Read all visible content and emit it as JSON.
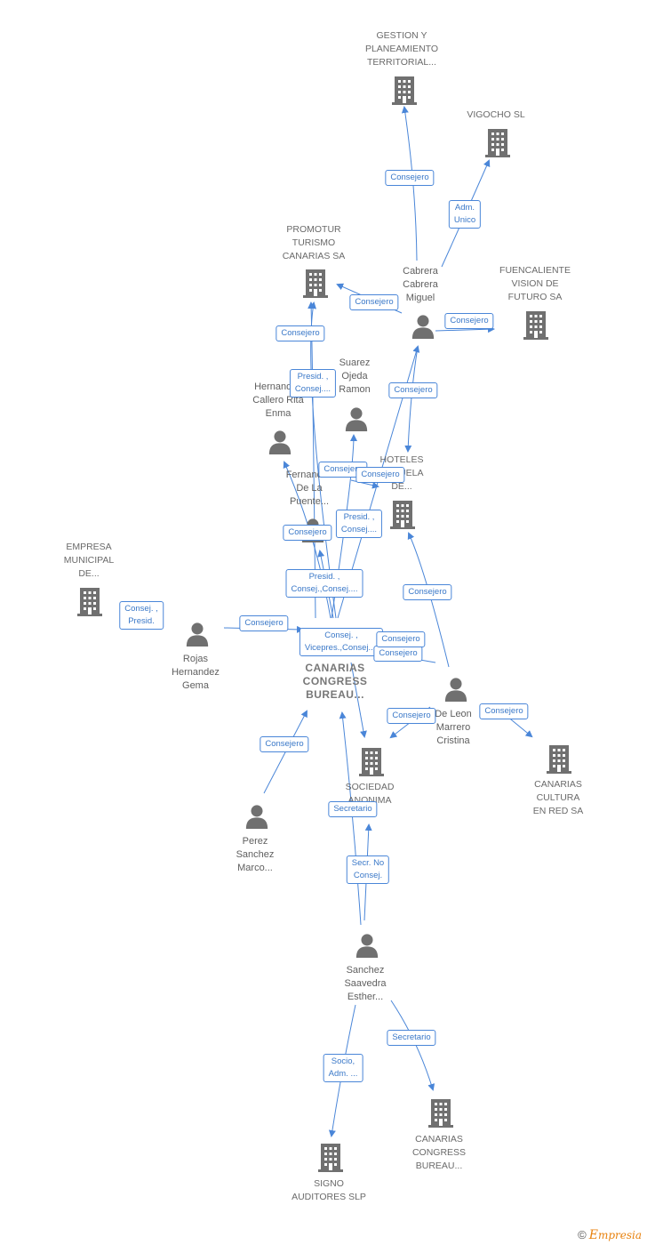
{
  "companies": [
    {
      "id": "gestion",
      "label": "GESTION Y\nPLANEAMIENTO\nTERRITORIAL..."
    },
    {
      "id": "vigocho",
      "label": "VIGOCHO SL"
    },
    {
      "id": "promotur",
      "label": "PROMOTUR\nTURISMO\nCANARIAS SA"
    },
    {
      "id": "fuencaliente",
      "label": "FUENCALIENTE\nVISION DE\nFUTURO SA"
    },
    {
      "id": "hoteles",
      "label": "HOTELES\nESCUELA\nDE..."
    },
    {
      "id": "empresa",
      "label": "EMPRESA\nMUNICIPAL\nDE..."
    },
    {
      "id": "main",
      "label": "CANARIAS\nCONGRESS\nBUREAU..."
    },
    {
      "id": "sociedad",
      "label": "SOCIEDAD\nANONIMA"
    },
    {
      "id": "cultura",
      "label": "CANARIAS\nCULTURA\nEN RED SA"
    },
    {
      "id": "bureau2",
      "label": "CANARIAS\nCONGRESS\nBUREAU..."
    },
    {
      "id": "signo",
      "label": "SIGNO\nAUDITORES SLP"
    }
  ],
  "persons": [
    {
      "id": "cabrera",
      "label": "Cabrera\nCabrera\nMiguel"
    },
    {
      "id": "suarez",
      "label": "Suarez\nOjeda\nRamon"
    },
    {
      "id": "hernandez",
      "label": "Hernandez\nCallero Rita\nEnma"
    },
    {
      "id": "fernandez",
      "label": "Fernandez\nDe La\nPuente..."
    },
    {
      "id": "rojas",
      "label": "Rojas\nHernandez\nGema"
    },
    {
      "id": "leon",
      "label": "De Leon\nMarrero\nCristina"
    },
    {
      "id": "perez",
      "label": "Perez\nSanchez\nMarco..."
    },
    {
      "id": "sanchez",
      "label": "Sanchez\nSaavedra\nEsther..."
    }
  ],
  "edge_labels": [
    "Consejero",
    "Adm.\nUnico",
    "Consejero",
    "Consejero",
    "Consejero",
    "Presid. ,\nConsej....",
    "Consejero",
    "Consejero",
    "Presid. ,\nConsej....",
    "Consejero",
    "Consejero",
    "Presid. ,\nConsej.,Consej....",
    "Consej. ,\nPresid.",
    "Consejero",
    "Consej. ,\nVicepres.,Consej....",
    "Consejero",
    "Consejero",
    "Consejero",
    "Consejero",
    "Consejero",
    "Secretario",
    "Secr.  No\nConsej.",
    "Secretario",
    "Socio,\nAdm. ...",
    "Consejero"
  ],
  "brand": {
    "copyright": "©",
    "name_first": "E",
    "name_rest": "mpresia"
  },
  "colors": {
    "node_gray": "#707070",
    "edge_blue": "#4a86d8",
    "label_text": "#3a78c8"
  }
}
